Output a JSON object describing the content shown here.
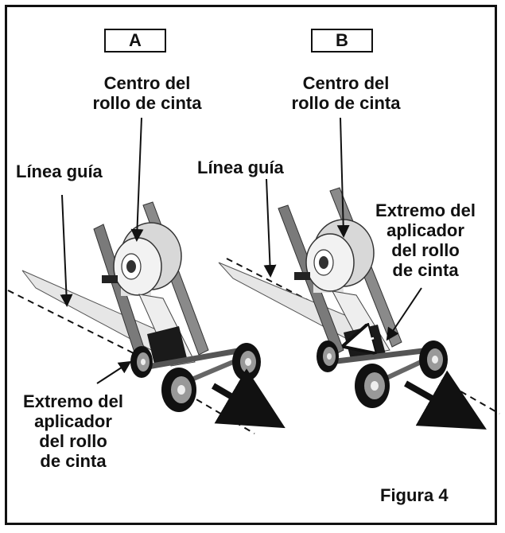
{
  "panels": {
    "a": {
      "letter": "A",
      "center_label": [
        "Centro del",
        "rollo de cinta"
      ],
      "guide_label": "Línea guía",
      "applicator_label": [
        "Extremo del",
        "aplicador",
        "del rollo",
        "de cinta"
      ]
    },
    "b": {
      "letter": "B",
      "center_label": [
        "Centro del",
        "rollo de cinta"
      ],
      "guide_label": "Línea guía",
      "applicator_label": [
        "Extremo del",
        "aplicador",
        "del rollo",
        "de cinta"
      ]
    }
  },
  "figure_caption": "Figura 4",
  "colors": {
    "ink": "#111111",
    "tape": "#e6e6e6",
    "frame": "#555555",
    "roll": "#f2f2f2"
  }
}
